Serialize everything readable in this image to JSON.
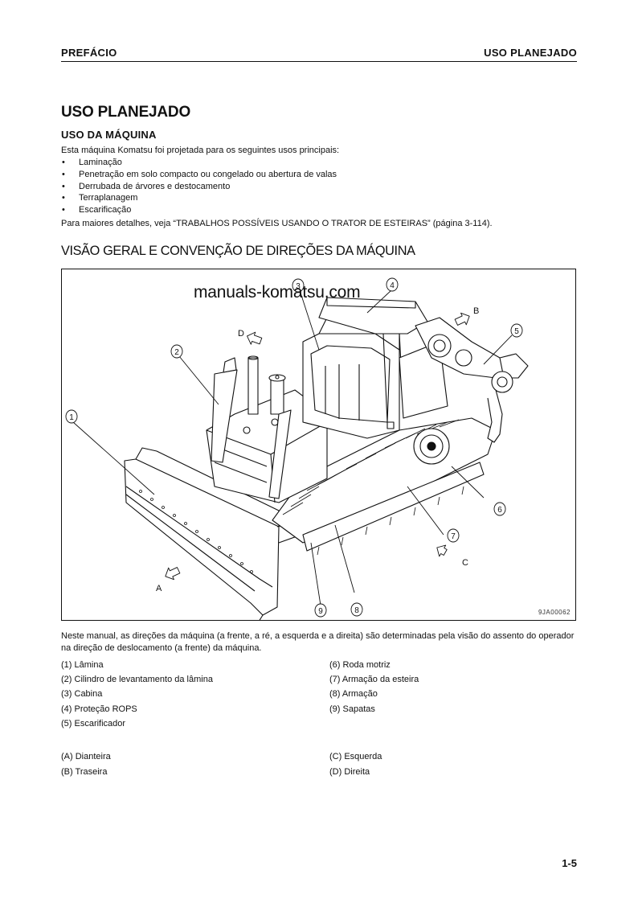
{
  "header": {
    "left": "PREFÁCIO",
    "right": "USO PLANEJADO"
  },
  "section": {
    "title": "USO PLANEJADO",
    "subtitle": "USO DA MÁQUINA",
    "intro": "Esta máquina Komatsu foi projetada para os seguintes usos principais:",
    "bullet_glyph": "•",
    "uses": [
      "Laminação",
      "Penetração em solo compacto ou congelado ou abertura de valas",
      "Derrubada de árvores e destocamento",
      "Terraplanagem",
      "Escarificação"
    ],
    "more_info": "Para maiores detalhes, veja “TRABALHOS POSSÍVEIS USANDO O TRATOR DE ESTEIRAS” (página 3-114)."
  },
  "overview": {
    "title": "VISÃO GERAL  E CONVENÇÃO DE DIREÇÕES DA MÁQUINA",
    "figure": {
      "watermark": "manuals-komatsu.com",
      "code": "9JA00062",
      "callouts": [
        "1",
        "2",
        "3",
        "4",
        "5",
        "6",
        "7",
        "8",
        "9"
      ],
      "directions": [
        "A",
        "B",
        "C",
        "D"
      ]
    },
    "description": "Neste manual, as direções da máquina (a frente, a ré, a esquerda e a direita) são determinadas pela visão do assento do operador na direção de deslocamento (a frente) da máquina.",
    "parts_left": [
      "(1) Lâmina",
      "(2) Cilindro de levantamento da lâmina",
      "(3) Cabina",
      "(4) Proteção ROPS",
      "(5) Escarificador"
    ],
    "parts_right": [
      "(6) Roda motriz",
      "(7) Armação da esteira",
      "(8) Armação",
      "(9) Sapatas"
    ],
    "directions_left": [
      "(A) Dianteira",
      "(B) Traseira"
    ],
    "directions_right": [
      "(C) Esquerda",
      "(D) Direita"
    ]
  },
  "footer": {
    "page_number": "1-5"
  }
}
